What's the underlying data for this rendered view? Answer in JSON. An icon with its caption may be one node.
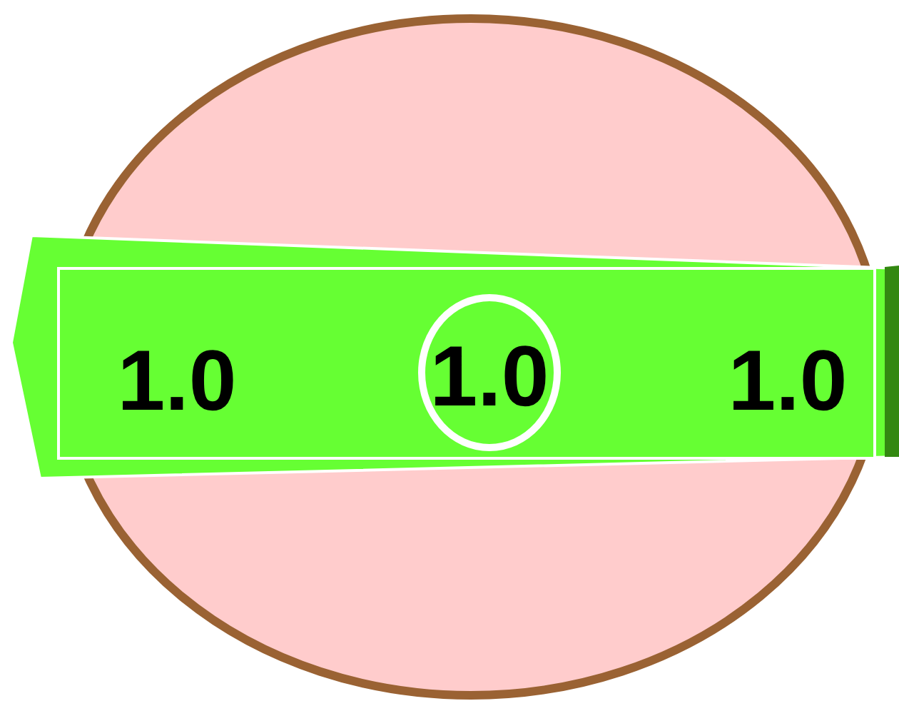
{
  "diagram": {
    "nodes": [
      {
        "text": [],
        "shape": "ellipse"
      },
      {
        "text": [],
        "shape": "bar"
      },
      {
        "text": [
          "1.0",
          "1.0"
        ],
        "in": 1
      },
      {
        "text": [
          "1.0"
        ],
        "in": 2
      }
    ],
    "edges": []
  }
}
